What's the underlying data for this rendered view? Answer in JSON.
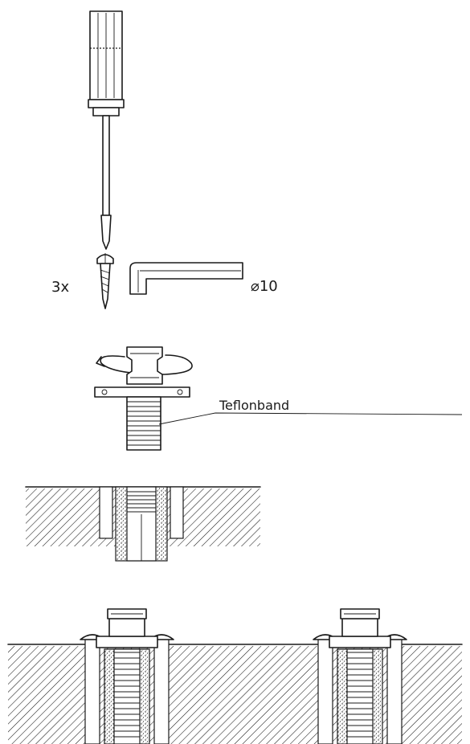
{
  "labels": {
    "screw_count": "3x",
    "wrench_size": "⌀10",
    "tape": "Teflonband"
  },
  "colors": {
    "line": "#1a1a1a",
    "background": "#ffffff"
  }
}
